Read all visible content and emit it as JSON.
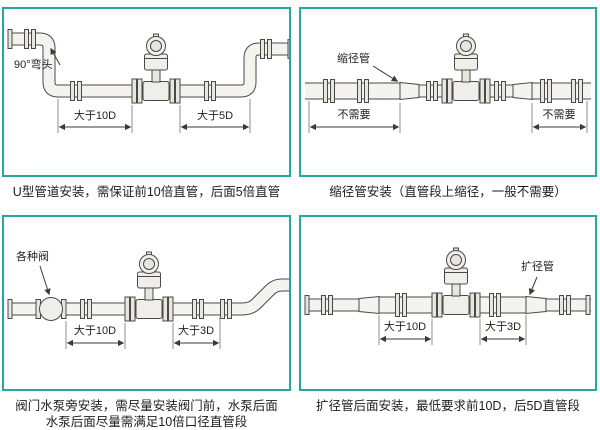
{
  "colors": {
    "accent": "#25a79f",
    "pipe_stroke": "#4a4a44",
    "pipe_fill": "#f4f3f0",
    "dim": "#3a3a36"
  },
  "panels": {
    "u_type": {
      "caption": "U型管道安装，需保证前10倍直管，后面5倍直管",
      "labels": {
        "elbow": "90°弯头",
        "dim_left": "大于10D",
        "dim_right": "大于5D"
      }
    },
    "reducer": {
      "caption": "缩径管安装（直管段上缩径，一般不需要）",
      "labels": {
        "part": "缩径管",
        "dim_left": "不需要",
        "dim_right": "不需要"
      }
    },
    "valve": {
      "caption_line1": "阀门水泵旁安装，需尽量安装阀门前，水泵后面",
      "caption_line2": "水泵后面尽量需满足10倍口径直管段",
      "labels": {
        "part": "各种阀",
        "dim_left": "大于10D",
        "dim_right": "大于3D"
      }
    },
    "expander": {
      "caption": "扩径管后面安装，最低要求前10D，后5D直管段",
      "labels": {
        "part": "扩径管",
        "dim_left": "大于10D",
        "dim_right": "大于3D"
      }
    }
  }
}
